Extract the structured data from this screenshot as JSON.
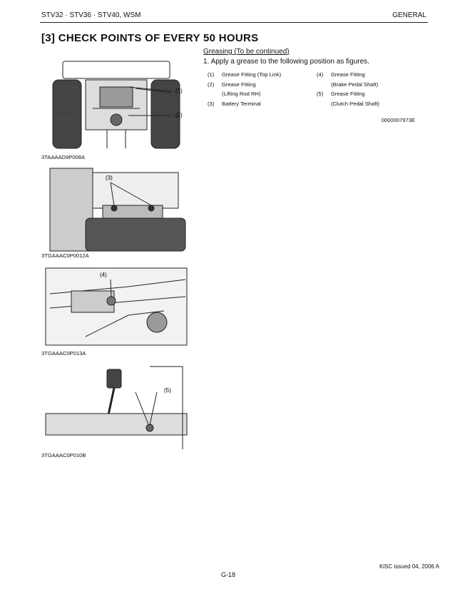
{
  "header": {
    "models": "STV32 · STV36 · STV40, WSM",
    "section": "GENERAL"
  },
  "section_title": "[3] CHECK POINTS OF EVERY 50 HOURS",
  "subtitle": "Greasing (To be continued)",
  "step": "1.  Apply a grease to the following position as figures.",
  "legend_left": [
    {
      "num": "(1)",
      "text": "Grease Fitting (Top Link)"
    },
    {
      "num": "(2)",
      "text": "Grease Fitting"
    },
    {
      "num": "",
      "text": "(Lifting Rod RH)"
    },
    {
      "num": "(3)",
      "text": "Battery Terminal"
    }
  ],
  "legend_right": [
    {
      "num": "(4)",
      "text": "Grease Fitting"
    },
    {
      "num": "",
      "text": "(Brake Pedal Shaft)"
    },
    {
      "num": "(5)",
      "text": "Grease Fitting"
    },
    {
      "num": "",
      "text": "(Clutch Pedal Shaft)"
    }
  ],
  "doc_code": "0000007973E",
  "figures": [
    {
      "caption": "3TAAAAD9P008A",
      "callouts": [
        "(1)",
        "(2)"
      ]
    },
    {
      "caption": "3TGAAAC0P0012A",
      "callouts": [
        "(3)"
      ]
    },
    {
      "caption": "3TGAAAC0P013A",
      "callouts": [
        "(4)"
      ]
    },
    {
      "caption": "3TGAAAC0P010B",
      "callouts": [
        "(5)"
      ]
    }
  ],
  "footer": {
    "issue": "KiSC issued 04, 2006 A",
    "page": "G-18"
  }
}
